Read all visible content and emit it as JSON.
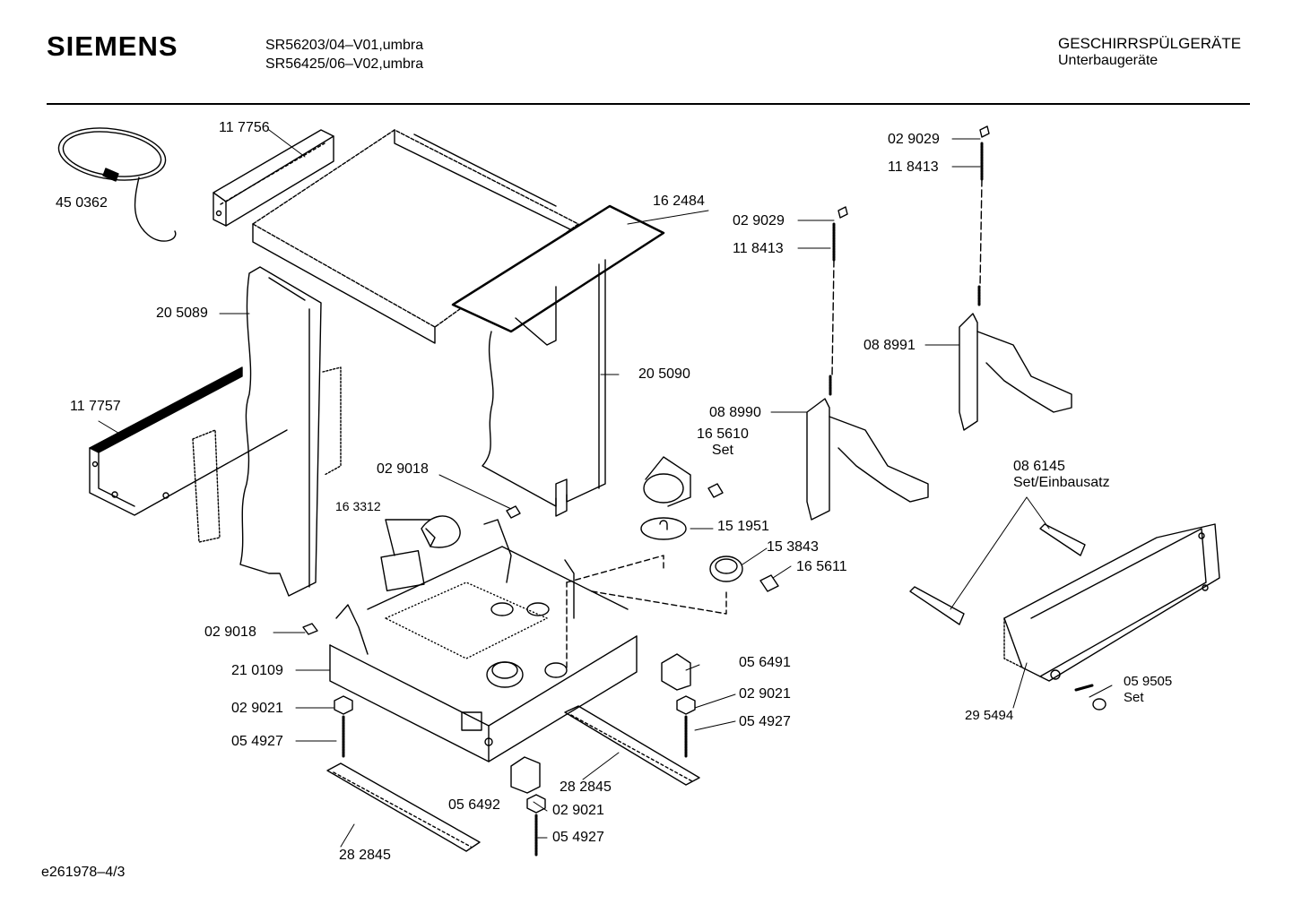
{
  "header": {
    "brand": "SIEMENS",
    "models": [
      "SR56203/04–V01,umbra",
      "SR56425/06–V02,umbra"
    ],
    "category": "GESCHIRRSPÜLGERÄTE",
    "subcategory": "Unterbaugeräte"
  },
  "footer": {
    "diagram_id": "e261978–4/3"
  },
  "parts": [
    {
      "key": "cable",
      "number": "45 0362"
    },
    {
      "key": "rail-top",
      "number": "11 7756"
    },
    {
      "key": "worktop-strip",
      "number": "16 2484"
    },
    {
      "key": "side-panel-left",
      "number": "20 5089"
    },
    {
      "key": "side-panel-right",
      "number": "20 5090"
    },
    {
      "key": "rail-left",
      "number": "11 7757"
    },
    {
      "key": "pin-upper",
      "number": "02 9018"
    },
    {
      "key": "water-switch",
      "number": "16 3312"
    },
    {
      "key": "pin-lower",
      "number": "02 9018"
    },
    {
      "key": "base-tray",
      "number": "21 0109"
    },
    {
      "key": "foot-nut-left",
      "number": "02 9021"
    },
    {
      "key": "foot-screw-left",
      "number": "05 4927"
    },
    {
      "key": "rail-bottom-left",
      "number": "28 2845"
    },
    {
      "key": "bracket-front",
      "number": "05 6492"
    },
    {
      "key": "foot-nut-center",
      "number": "02 9021"
    },
    {
      "key": "foot-screw-center",
      "number": "05 4927"
    },
    {
      "key": "rail-bottom-right",
      "number": "28 2845"
    },
    {
      "key": "bracket-right",
      "number": "05 6491"
    },
    {
      "key": "foot-nut-right",
      "number": "02 9021"
    },
    {
      "key": "foot-screw-right",
      "number": "05 4927"
    },
    {
      "key": "float-switch",
      "number": "16 5610",
      "note": "Set"
    },
    {
      "key": "float-disc",
      "number": "15 1951"
    },
    {
      "key": "float-housing",
      "number": "15 3843"
    },
    {
      "key": "micro-switch",
      "number": "16 5611"
    },
    {
      "key": "hinge-pin-front",
      "number": "02 9029"
    },
    {
      "key": "hinge-spring-front",
      "number": "11 8413"
    },
    {
      "key": "hinge-front",
      "number": "08 8990"
    },
    {
      "key": "hinge-pin-rear",
      "number": "02 9029"
    },
    {
      "key": "hinge-spring-rear",
      "number": "11 8413"
    },
    {
      "key": "hinge-rear",
      "number": "08 8991"
    },
    {
      "key": "install-set",
      "number": "08 6145",
      "note": "Set/Einbausatz"
    },
    {
      "key": "plinth",
      "number": "29 5494"
    },
    {
      "key": "screw-set",
      "number": "05 9505",
      "note": "Set"
    }
  ]
}
